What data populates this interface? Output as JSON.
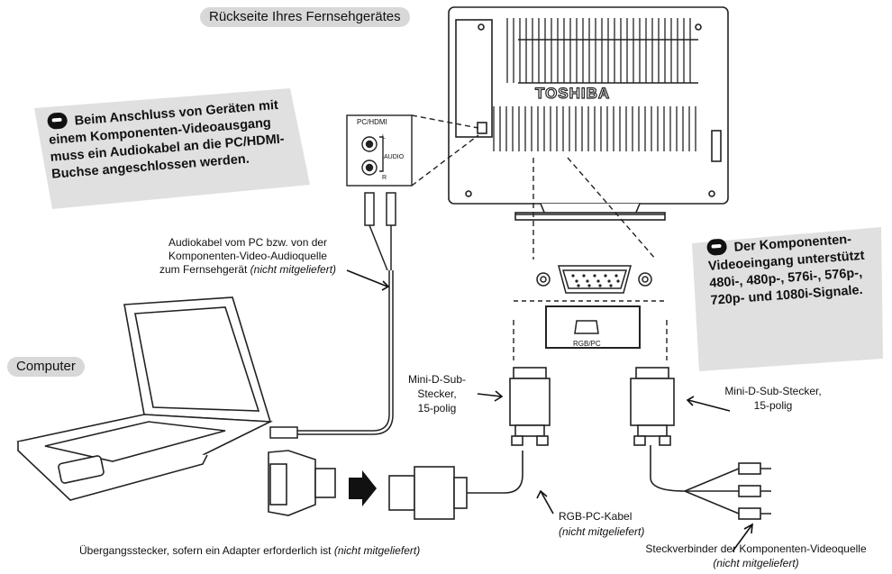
{
  "header": {
    "tv_rear_label": "Rückseite Ihres Fernsehgerätes",
    "computer_label": "Computer"
  },
  "tv": {
    "brand": "TOSHIBA"
  },
  "ports": {
    "pc_hdmi": "PC/HDMI",
    "audio": "AUDIO",
    "left": "L",
    "right": "R",
    "rgb_pc": "RGB/PC"
  },
  "notes": {
    "left_note": "Beim Anschluss von Geräten mit einem Komponenten-Videoausgang muss ein Audiokabel an die PC/HDMI-Buchse angeschlossen werden.",
    "right_note": "Der Komponenten-Videoeingang unterstützt 480i-, 480p-, 576i-, 576p-, 720p- und 1080i-Signale."
  },
  "labels": {
    "audio_cable_line1": "Audiokabel vom PC bzw. von der",
    "audio_cable_line2": "Komponenten-Video-Audioquelle",
    "audio_cable_line3": "zum Fernsehgerät",
    "audio_cable_note": "(nicht mitgeliefert)",
    "mini_dsub_left_1": "Mini-D-Sub-",
    "mini_dsub_left_2": "Stecker,",
    "mini_dsub_left_3": "15-polig",
    "mini_dsub_right_1": "Mini-D-Sub-Stecker,",
    "mini_dsub_right_2": "15-polig",
    "rgb_cable": "RGB-PC-Kabel",
    "rgb_cable_note": "(nicht mitgeliefert)",
    "adapter": "Übergangsstecker, sofern ein Adapter erforderlich ist",
    "adapter_note": "(nicht mitgeliefert)",
    "component_connector": "Steckverbinder der Komponenten-Videoquelle",
    "component_connector_note": "(nicht mitgeliefert)"
  }
}
